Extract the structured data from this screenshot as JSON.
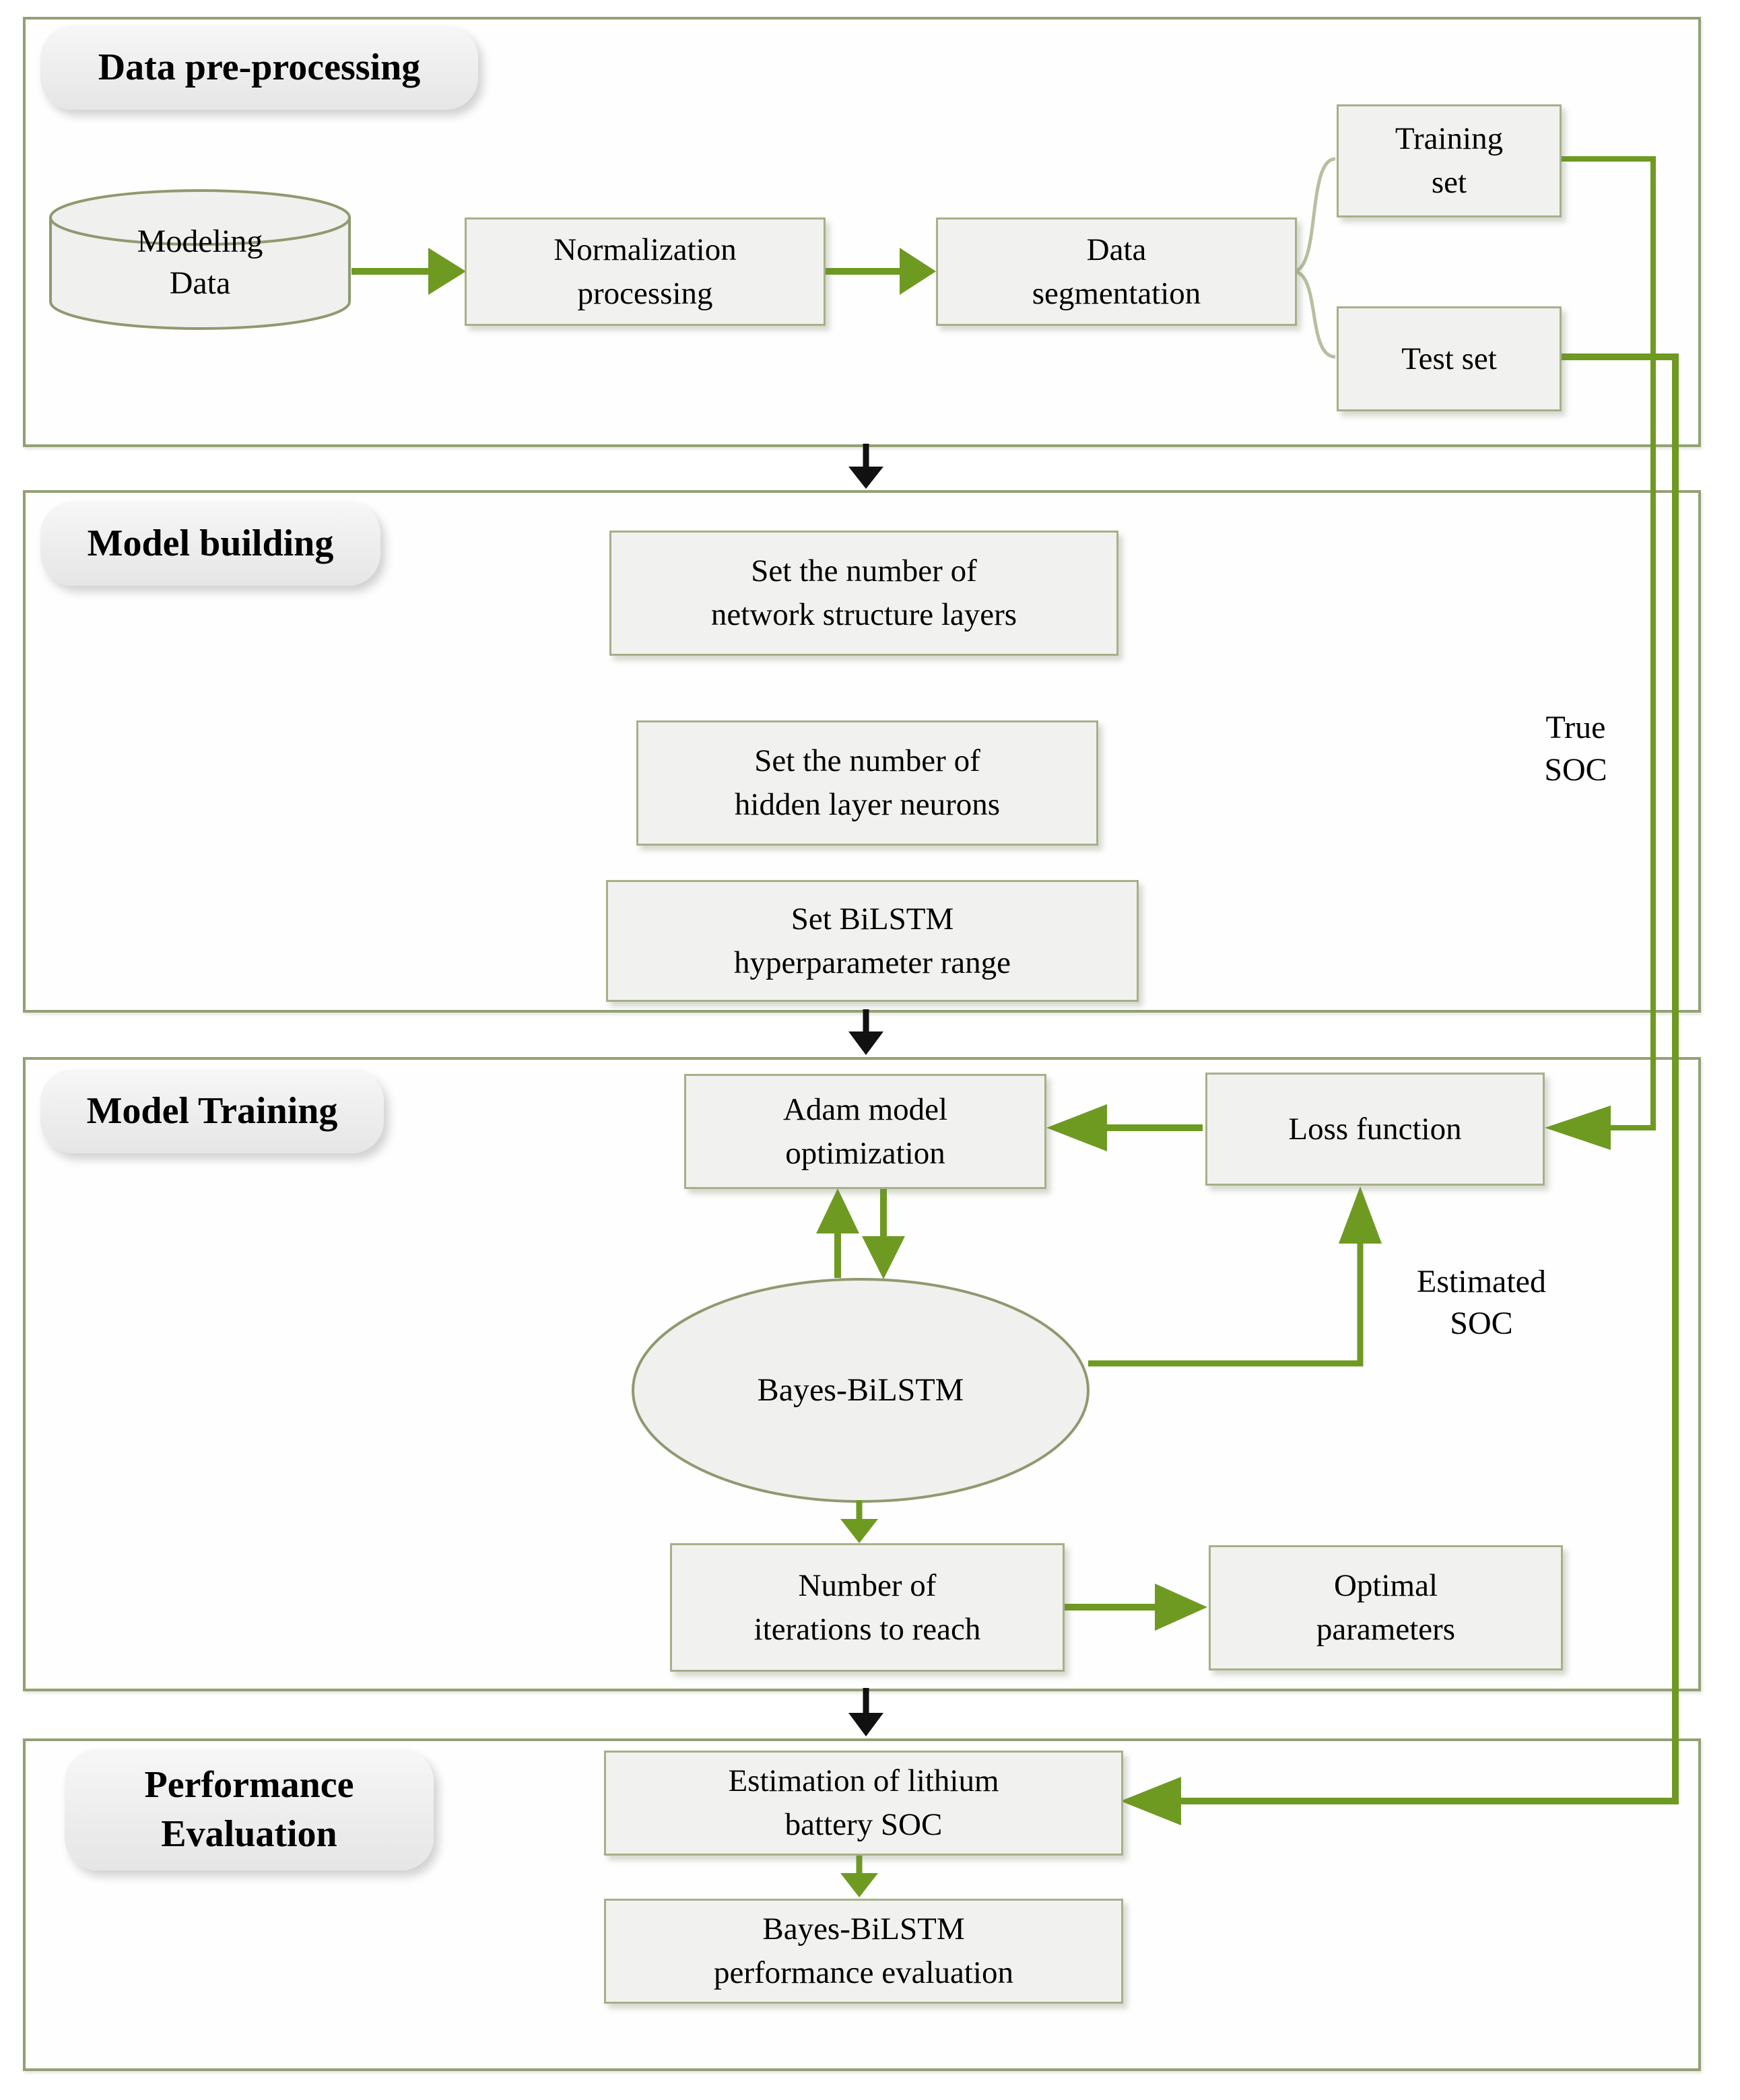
{
  "sections": {
    "preprocessing": {
      "title": "Data pre-processing",
      "modeling_data": "Modeling\nData",
      "normalization": "Normalization\nprocessing",
      "segmentation": "Data\nsegmentation",
      "training_set": "Training\nset",
      "test_set": "Test set"
    },
    "model_building": {
      "title": "Model building",
      "set_layers": "Set the number of\nnetwork structure layers",
      "set_neurons": "Set the number of\nhidden layer neurons",
      "set_range": "Set BiLSTM\nhyperparameter range"
    },
    "model_training": {
      "title": "Model Training",
      "adam": "Adam model\noptimization",
      "loss": "Loss function",
      "bayes": "Bayes-BiLSTM",
      "iterations": "Number of\niterations to reach",
      "optimal": "Optimal\nparameters"
    },
    "performance": {
      "title": "Performance\nEvaluation",
      "estimation": "Estimation of lithium\nbattery SOC",
      "evaluation": "Bayes-BiLSTM\nperformance evaluation"
    }
  },
  "labels": {
    "true_soc": "True\nSOC",
    "estimated_soc": "Estimated\nSOC"
  },
  "colors": {
    "arrow_green": "#6e9a22",
    "brace_olive": "#b7bfa0",
    "frame_border": "#93a075",
    "box_border": "#a6b089",
    "box_fill": "#f1f1ef",
    "shape_fill": "#f0f0ee",
    "black_arrow": "#111111"
  }
}
